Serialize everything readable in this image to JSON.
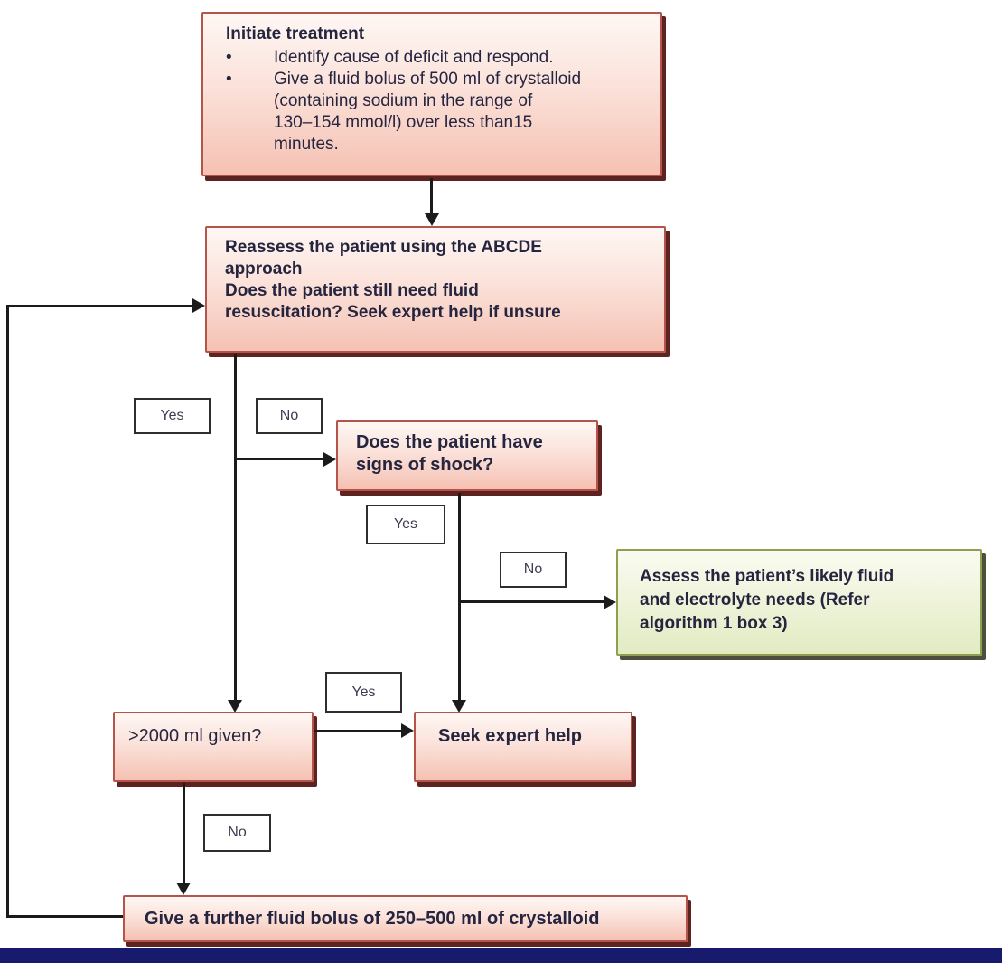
{
  "theme": {
    "pink_fill_top": "#fef7f4",
    "pink_fill_mid": "#fbe2da",
    "pink_fill_bottom": "#f5c1b3",
    "pink_border": "#b5544b",
    "pink_shadow": "#5d2320",
    "green_fill_top": "#fafbf1",
    "green_fill_bottom": "#e2ebc2",
    "green_border": "#8ca04e",
    "green_shadow": "#4a4f3e",
    "label_border": "#2e2e2e",
    "line_color": "#1b1b1b",
    "text_color": "#252540",
    "label_text_color": "#3c3c52",
    "footer_bar_color": "#171a6d",
    "background": "#ffffff"
  },
  "nodes": {
    "initiate": {
      "title": "Initiate treatment",
      "bullet_glyph": "•",
      "bullets": [
        "Identify cause of deficit and respond.",
        "Give a fluid bolus of 500 ml of crystalloid\n(containing sodium in the range of\n130–154 mmol/l) over less than15\nminutes."
      ]
    },
    "reassess": {
      "text": "Reassess the patient using the ABCDE\napproach\nDoes the patient still need fluid\nresuscitation? Seek expert help if unsure"
    },
    "shock": {
      "text": "Does the patient have\nsigns of shock?"
    },
    "assess_needs": {
      "text": "Assess the patient’s likely fluid\nand electrolyte needs (Refer\nalgorithm 1 box 3)"
    },
    "given2000": {
      "text": ">2000 ml given?"
    },
    "seek_help": {
      "text": "Seek expert help"
    },
    "further_bolus": {
      "text": "Give a further fluid bolus of 250–500 ml of crystalloid"
    }
  },
  "labels": {
    "reassess_yes": "Yes",
    "reassess_no": "No",
    "shock_yes": "Yes",
    "shock_no": "No",
    "given_yes": "Yes",
    "given_no": "No"
  }
}
